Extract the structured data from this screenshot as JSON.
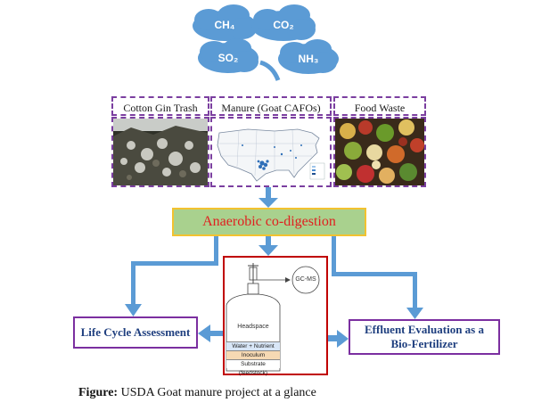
{
  "gases": {
    "ch4": "CH₄",
    "co2": "CO₂",
    "so2": "SO₂",
    "nh3": "NH₃"
  },
  "sources": {
    "cotton": "Cotton Gin Trash",
    "manure": "Manure (Goat CAFOs)",
    "food": "Food Waste"
  },
  "process": {
    "main": "Anaerobic co-digestion"
  },
  "reactor": {
    "gcms": "GC-MS",
    "headspace": "Headspace",
    "layers": [
      "Water + Nutrient",
      "Inoculum",
      "Substrate (feedstock)"
    ]
  },
  "outputs": {
    "lca": "Life Cycle Assessment",
    "effluent_line1": "Effluent Evaluation as a",
    "effluent_line2": "Bio-Fertilizer"
  },
  "caption": {
    "label": "Figure:",
    "text": " USDA Goat manure project at a glance"
  },
  "colors": {
    "cloud": "#5b9bd5",
    "arrow": "#5b9bd5",
    "dashed_border": "#7b3fa0",
    "ad_fill": "#a9d18e",
    "ad_border": "#f2c230",
    "ad_text": "#e02020",
    "output_border": "#7b2fa0",
    "output_text": "#1f3f7f",
    "reactor_border": "#c00000"
  }
}
